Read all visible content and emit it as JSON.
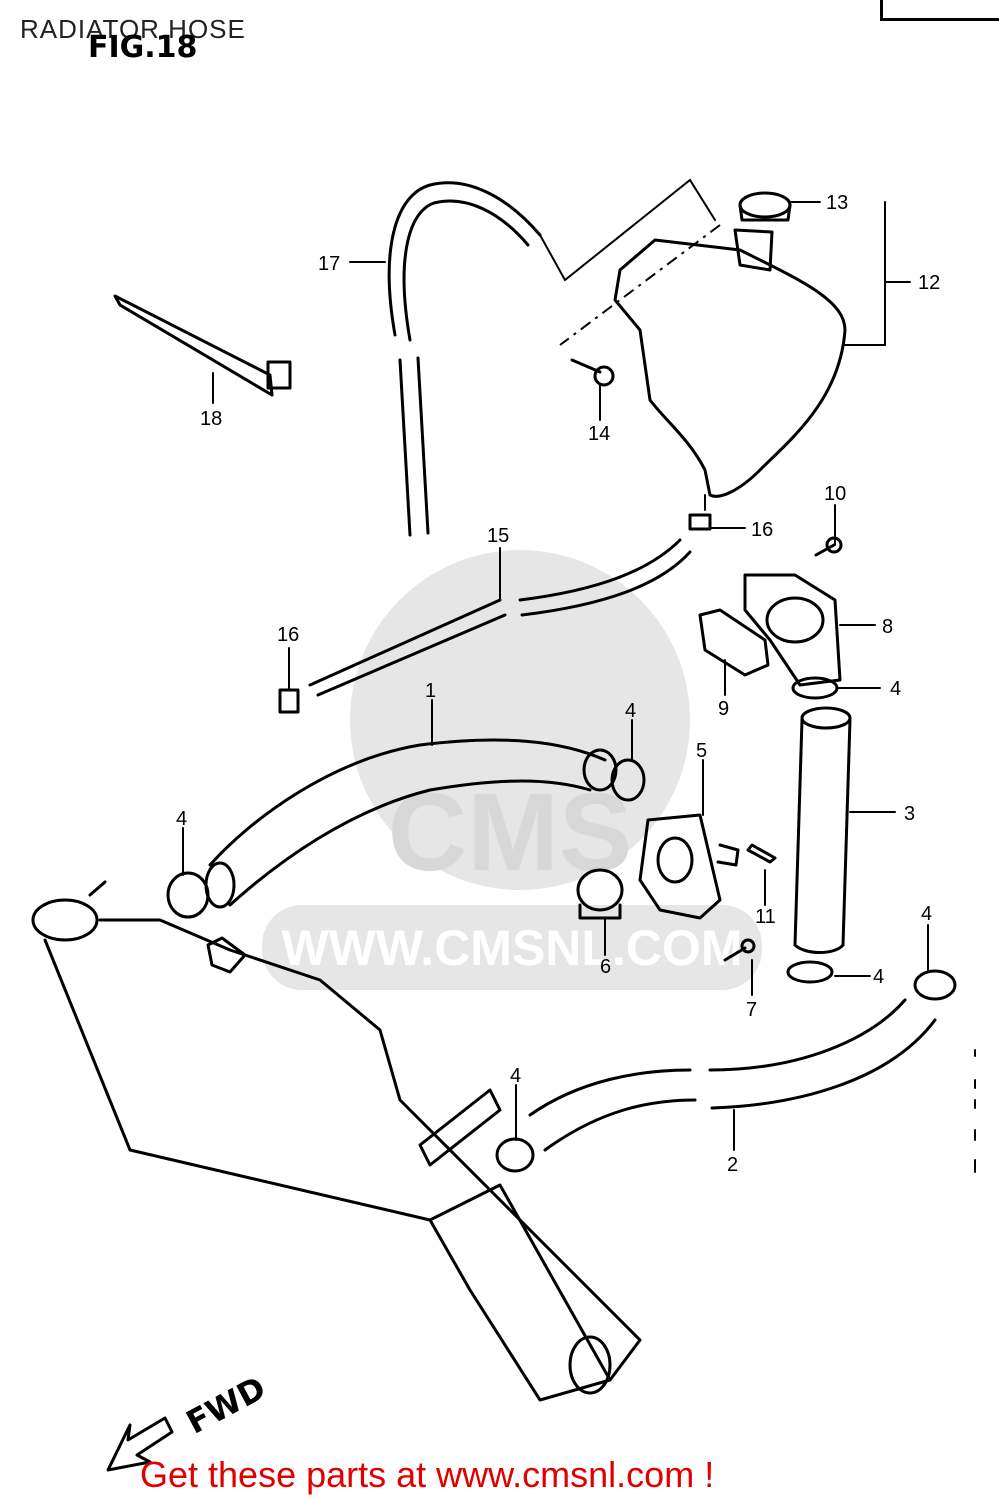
{
  "title": "RADIATOR HOSE",
  "figure": "FIG.18",
  "watermark": {
    "brand": "CMS",
    "url": "WWW.CMSNL.COM"
  },
  "footer": "Get these parts at www.cmsnl.com !",
  "direction_label": "FWD",
  "callouts": [
    "17",
    "13",
    "12",
    "18",
    "14",
    "10",
    "16",
    "15",
    "8",
    "16",
    "9",
    "4",
    "1",
    "4",
    "5",
    "3",
    "4",
    "11",
    "6",
    "4",
    "7",
    "4",
    "4",
    "2"
  ]
}
